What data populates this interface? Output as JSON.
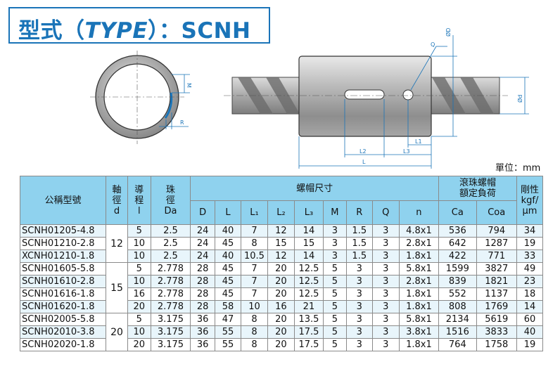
{
  "title": {
    "prefix": "型式（",
    "type_word": "TYPE",
    "suffix": "）：SCNH"
  },
  "drawing": {
    "labels": {
      "m": "M",
      "r": "R",
      "q": "Q",
      "od_big": "ØD",
      "od_small": "Ød",
      "l": "L",
      "l1": "L1",
      "l2": "L2",
      "l3": "L3"
    }
  },
  "unit": "單位：mm",
  "table": {
    "headers": {
      "model": "公稱型號",
      "shaft": [
        "軸",
        "徑",
        "d"
      ],
      "lead": [
        "導",
        "程",
        "l"
      ],
      "ball": [
        "珠",
        "徑",
        "Da"
      ],
      "nut_dims": "螺帽尺寸",
      "load": [
        "滾珠螺帽",
        "額定負荷"
      ],
      "rigidity": [
        "剛性",
        "kgf/",
        "μm"
      ],
      "sub": [
        "D",
        "L",
        "L₁",
        "L₂",
        "L₃",
        "M",
        "R",
        "Q",
        "n",
        "Ca",
        "Coa"
      ]
    },
    "groups": [
      {
        "shaft": "12",
        "rows": [
          {
            "model": "SCNH01205-4.8",
            "lead": "5",
            "da": "2.5",
            "D": "24",
            "L": "40",
            "L1": "7",
            "L2": "12",
            "L3": "14",
            "M": "3",
            "R": "1.5",
            "Q": "3",
            "n": "4.8x1",
            "Ca": "536",
            "Coa": "794",
            "rigidity": "34"
          },
          {
            "model": "SCNH01210-2.8",
            "lead": "10",
            "da": "2.5",
            "D": "24",
            "L": "45",
            "L1": "8",
            "L2": "15",
            "L3": "15",
            "M": "3",
            "R": "1.5",
            "Q": "3",
            "n": "2.8x1",
            "Ca": "642",
            "Coa": "1287",
            "rigidity": "19"
          },
          {
            "model": "XCNH01210-1.8",
            "lead": "10",
            "da": "2.5",
            "D": "24",
            "L": "40",
            "L1": "10.5",
            "L2": "12",
            "L3": "14",
            "M": "3",
            "R": "1.5",
            "Q": "3",
            "n": "1.8x1",
            "Ca": "422",
            "Coa": "771",
            "rigidity": "33"
          }
        ]
      },
      {
        "shaft": "15",
        "rows": [
          {
            "model": "SCNH01605-5.8",
            "lead": "5",
            "da": "2.778",
            "D": "28",
            "L": "45",
            "L1": "7",
            "L2": "20",
            "L3": "12.5",
            "M": "5",
            "R": "3",
            "Q": "3",
            "n": "5.8x1",
            "Ca": "1599",
            "Coa": "3827",
            "rigidity": "49"
          },
          {
            "model": "SCNH01610-2.8",
            "lead": "10",
            "da": "2.778",
            "D": "28",
            "L": "45",
            "L1": "7",
            "L2": "20",
            "L3": "12.5",
            "M": "5",
            "R": "3",
            "Q": "3",
            "n": "2.8x1",
            "Ca": "839",
            "Coa": "1821",
            "rigidity": "23"
          },
          {
            "model": "SCNH01616-1.8",
            "lead": "16",
            "da": "2.778",
            "D": "28",
            "L": "45",
            "L1": "7",
            "L2": "20",
            "L3": "12.5",
            "M": "5",
            "R": "3",
            "Q": "3",
            "n": "1.8x1",
            "Ca": "552",
            "Coa": "1137",
            "rigidity": "18"
          },
          {
            "model": "SCNH01620-1.8",
            "lead": "20",
            "da": "2.778",
            "D": "28",
            "L": "58",
            "L1": "10",
            "L2": "16",
            "L3": "21",
            "M": "5",
            "R": "3",
            "Q": "3",
            "n": "1.8x1",
            "Ca": "808",
            "Coa": "1769",
            "rigidity": "14"
          }
        ]
      },
      {
        "shaft": "20",
        "rows": [
          {
            "model": "SCNH02005-5.8",
            "lead": "5",
            "da": "3.175",
            "D": "36",
            "L": "47",
            "L1": "8",
            "L2": "20",
            "L3": "13.5",
            "M": "5",
            "R": "3",
            "Q": "3",
            "n": "5.8x1",
            "Ca": "2134",
            "Coa": "5619",
            "rigidity": "60"
          },
          {
            "model": "SCNH02010-3.8",
            "lead": "10",
            "da": "3.175",
            "D": "36",
            "L": "55",
            "L1": "8",
            "L2": "20",
            "L3": "17.5",
            "M": "5",
            "R": "3",
            "Q": "3",
            "n": "3.8x1",
            "Ca": "1516",
            "Coa": "3833",
            "rigidity": "40"
          },
          {
            "model": "SCNH02020-1.8",
            "lead": "20",
            "da": "3.175",
            "D": "36",
            "L": "55",
            "L1": "8",
            "L2": "20",
            "L3": "17.5",
            "M": "5",
            "R": "3",
            "Q": "3",
            "n": "1.8x1",
            "Ca": "764",
            "Coa": "1758",
            "rigidity": "19"
          }
        ]
      }
    ]
  }
}
